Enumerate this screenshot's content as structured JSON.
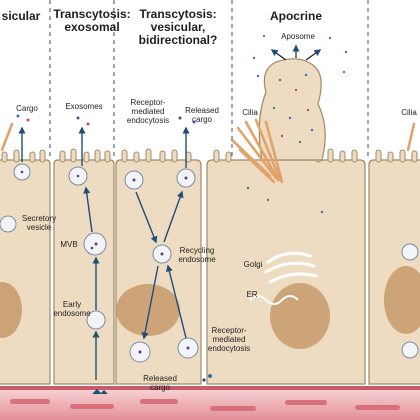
{
  "headers": {
    "vesicular": "sicular",
    "exosomal": "Transcytosis:\nexosomal",
    "bidirectional": "Transcytosis:\nvesicular,\nbidirectional?",
    "apocrine": "Apocrine"
  },
  "labels": {
    "cargo": "Cargo",
    "secretory_vesicle": "Secretory\nvesicle",
    "exosomes": "Exosomes",
    "mvb": "MVB",
    "early_endosome": "Early\nendosome",
    "receptor_top": "Receptor-\nmediated\nendocytosis",
    "released_top": "Released\ncargo",
    "recycling": "Recycling\nendosome",
    "receptor_bottom": "Receptor-\nmediated\nendocytosis",
    "released_bottom": "Released\ncargo",
    "aposome": "Aposome",
    "cilia_left": "Cilia",
    "cilia_right": "Cilia",
    "golgi": "Golgi",
    "er": "ER"
  },
  "colors": {
    "cell_fill": "#eedcc2",
    "cell_stroke": "#a08866",
    "nucleus": "#c79a6a",
    "vesicle": "#f2f4f8",
    "arrow": "#1f4e79",
    "divider": "#5a6f8a",
    "blood_vessel": "#f3c4c8",
    "blood_wall": "#c85c66",
    "cilia": "#e0a46a"
  }
}
